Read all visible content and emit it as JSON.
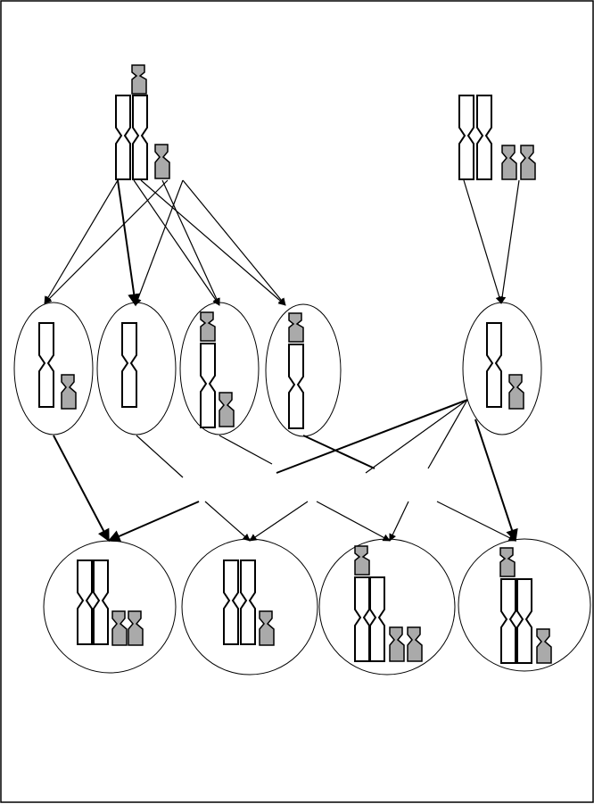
{
  "diagram": {
    "kind": "chromosome-segregation-schematic",
    "colors": {
      "line": "#000000",
      "fill_grey": "#aaaaaa",
      "background": "#ffffff"
    },
    "levels": [
      "parents",
      "gametes",
      "offspring"
    ],
    "parents": [
      {
        "id": "parent-left",
        "long_chromosomes": 2,
        "small_chromosomes": 2,
        "translocated": true
      },
      {
        "id": "parent-right",
        "long_chromosomes": 2,
        "small_chromosomes": 2,
        "translocated": false
      }
    ],
    "gametes": [
      {
        "id": "gamete-1",
        "from": "parent-left",
        "long_chromosomes": 1,
        "small_chromosomes": 1,
        "long_has_grey_cap": false
      },
      {
        "id": "gamete-2",
        "from": "parent-left",
        "long_chromosomes": 1,
        "small_chromosomes": 0,
        "long_has_grey_cap": false
      },
      {
        "id": "gamete-3",
        "from": "parent-left",
        "long_chromosomes": 1,
        "small_chromosomes": 1,
        "long_has_grey_cap": true
      },
      {
        "id": "gamete-4",
        "from": "parent-left",
        "long_chromosomes": 1,
        "small_chromosomes": 0,
        "long_has_grey_cap": true
      },
      {
        "id": "gamete-5",
        "from": "parent-right",
        "long_chromosomes": 1,
        "small_chromosomes": 1,
        "long_has_grey_cap": false
      }
    ],
    "offspring": [
      {
        "id": "offspring-1",
        "parents": [
          "gamete-1",
          "gamete-5"
        ],
        "long_chromosomes": 2,
        "small_chromosomes": 2,
        "grey_caps": 0
      },
      {
        "id": "offspring-2",
        "parents": [
          "gamete-2",
          "gamete-5"
        ],
        "long_chromosomes": 2,
        "small_chromosomes": 1,
        "grey_caps": 0
      },
      {
        "id": "offspring-3",
        "parents": [
          "gamete-3",
          "gamete-5"
        ],
        "long_chromosomes": 2,
        "small_chromosomes": 2,
        "grey_caps": 1
      },
      {
        "id": "offspring-4",
        "parents": [
          "gamete-4",
          "gamete-5"
        ],
        "long_chromosomes": 2,
        "small_chromosomes": 1,
        "grey_caps": 1
      }
    ]
  }
}
